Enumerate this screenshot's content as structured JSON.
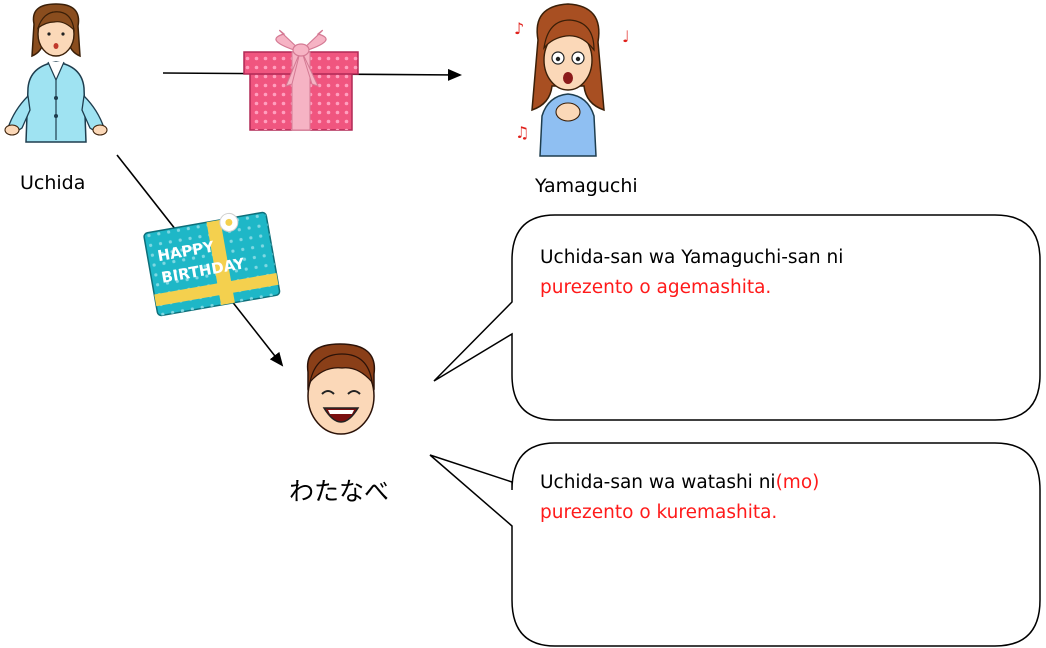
{
  "people": {
    "uchida": "Uchida",
    "yamaguchi": "Yamaguchi",
    "watanabe": "わたなべ"
  },
  "gift_card_text": {
    "line1": "HAPPY",
    "line2": "BIRTHDAY"
  },
  "bubble_1": {
    "line1": "Uchida-san wa Yamaguchi-san ni",
    "line2": "purezento o agemashita."
  },
  "bubble_2": {
    "line1_prefix": "Uchida-san wa watashi ni",
    "line1_red": "(mo)",
    "line2": "purezento o kuremashita."
  },
  "colors": {
    "text": "#000000",
    "emphasis": "#ff1a1a",
    "gift_box": "#f0557f",
    "gift_ribbon": "#f6b3c4",
    "card": "#1eb7c7",
    "card_ribbon": "#f4d04e"
  }
}
